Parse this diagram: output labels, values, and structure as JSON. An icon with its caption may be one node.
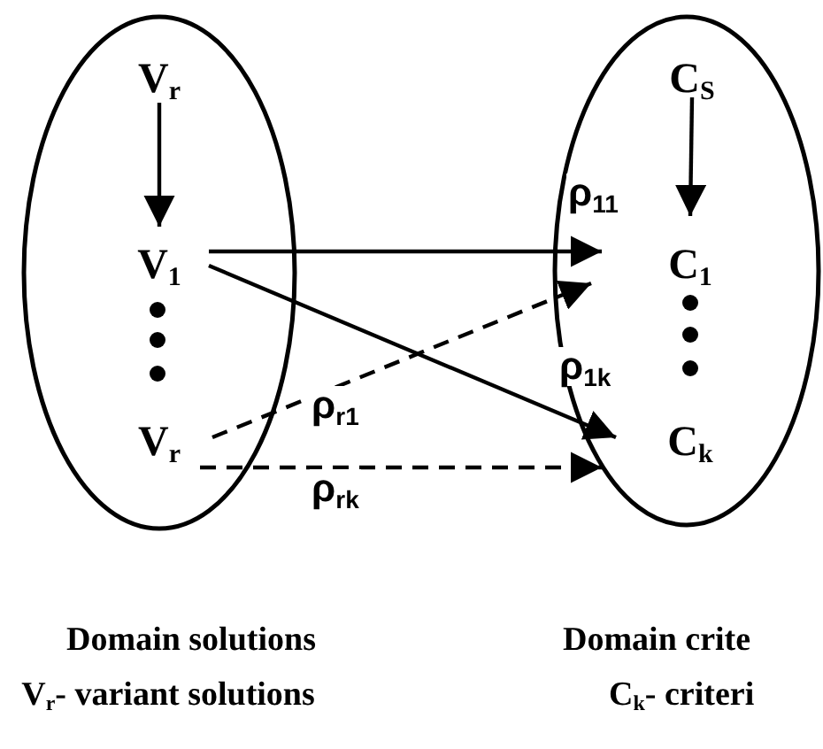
{
  "diagram": {
    "nodes": [
      {
        "text": [],
        "shape": "ellipse",
        "beside": [
          "Domain solutions",
          "V$_{r}$- variant solutions"
        ]
      },
      {
        "text": [
          "V$_{r}$"
        ],
        "in": 0
      },
      {
        "text": [
          "V$_{1}$"
        ],
        "in": 0
      },
      {
        "text": [
          "V$_{r}$"
        ],
        "in": 0
      },
      {
        "text": [],
        "shape": "ellipse",
        "beside": [
          "Domain crite",
          "C$_{k}$- criteri"
        ]
      },
      {
        "text": [
          "C$_{S}$"
        ],
        "in": 4
      },
      {
        "text": [
          "C$_{1}$"
        ],
        "in": 4
      },
      {
        "text": [
          "C$_{k}$"
        ],
        "in": 4
      }
    ],
    "edges": [
      {
        "from": 1,
        "to": 2,
        "arrow": "to"
      },
      {
        "from": 5,
        "to": 6,
        "arrow": "to"
      },
      {
        "from": 2,
        "to": 6,
        "arrow": "to",
        "label": "ρ$_{11}$"
      },
      {
        "from": 2,
        "to": 7,
        "arrow": "to",
        "label": "ρ$_{1k}$"
      },
      {
        "from": 3,
        "to": 6,
        "arrow": "to",
        "style": "dashed",
        "label": "ρ$_{r1}$"
      },
      {
        "from": 3,
        "to": 7,
        "arrow": "to",
        "style": "dashed",
        "label": "ρ$_{rk}$"
      }
    ]
  }
}
